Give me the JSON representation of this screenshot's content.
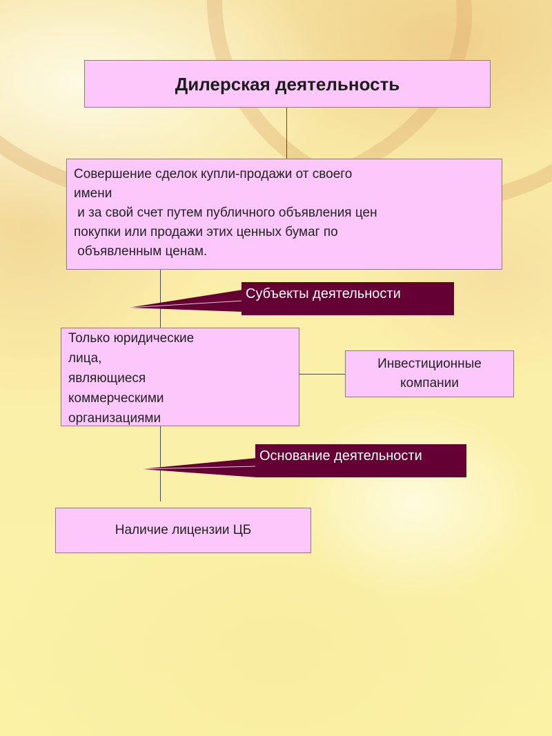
{
  "title": "Дилерская деятельность",
  "definition_lines": [
    "Совершение сделок купли-продажи от своего",
    "имени",
    " и за свой счет путем публичного объявления цен",
    "покупки или продажи этих ценных бумаг по",
    " объявленным ценам."
  ],
  "subjects_tag": "Субъекты деятельности",
  "subjects_lines": [
    "Только юридические",
    "лица,",
    "являющиеся",
    "коммерческими",
    "организациями"
  ],
  "investment_lines": [
    "Инвестиционные",
    "компании"
  ],
  "basis_tag": "Основание деятельности",
  "license": "Наличие лицензии ЦБ",
  "colors": {
    "box_fill": "#fcc8fc",
    "tag_fill": "#640033",
    "background": "#fbf2a8"
  }
}
